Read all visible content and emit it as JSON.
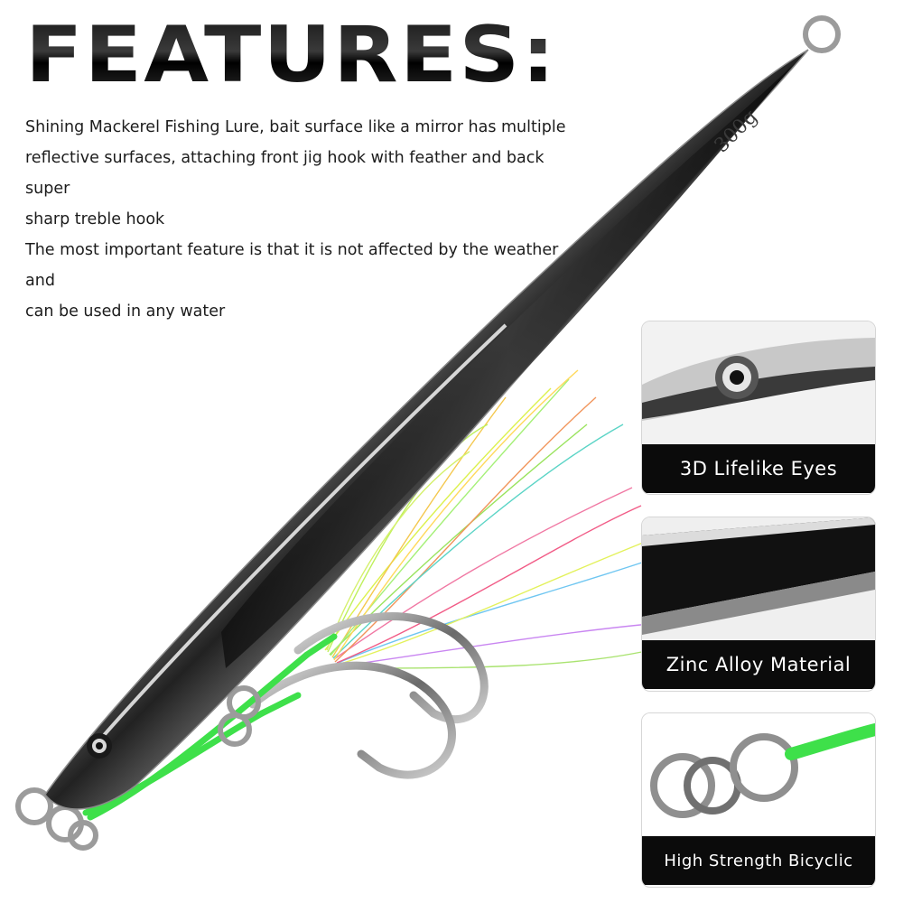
{
  "header": {
    "title": "FEATURES:"
  },
  "description": {
    "line1": "Shining Mackerel Fishing Lure, bait surface like a mirror has multiple",
    "line2": "reflective surfaces, attaching front jig hook with feather and back super",
    "line3": "sharp treble hook",
    "line4": "The most important feature is that it is not affected by the weather and",
    "line5": "can be used in any water"
  },
  "lure": {
    "weight_label": "300g"
  },
  "features": [
    {
      "caption": "3D Lifelike Eyes"
    },
    {
      "caption": "Zinc Alloy Material"
    },
    {
      "caption": "High Strength Bicyclic"
    }
  ],
  "colors": {
    "caption_bg": "#0b0b0b",
    "caption_text": "#ffffff",
    "assist_cord": "#3ee04a",
    "title": "#111111"
  }
}
